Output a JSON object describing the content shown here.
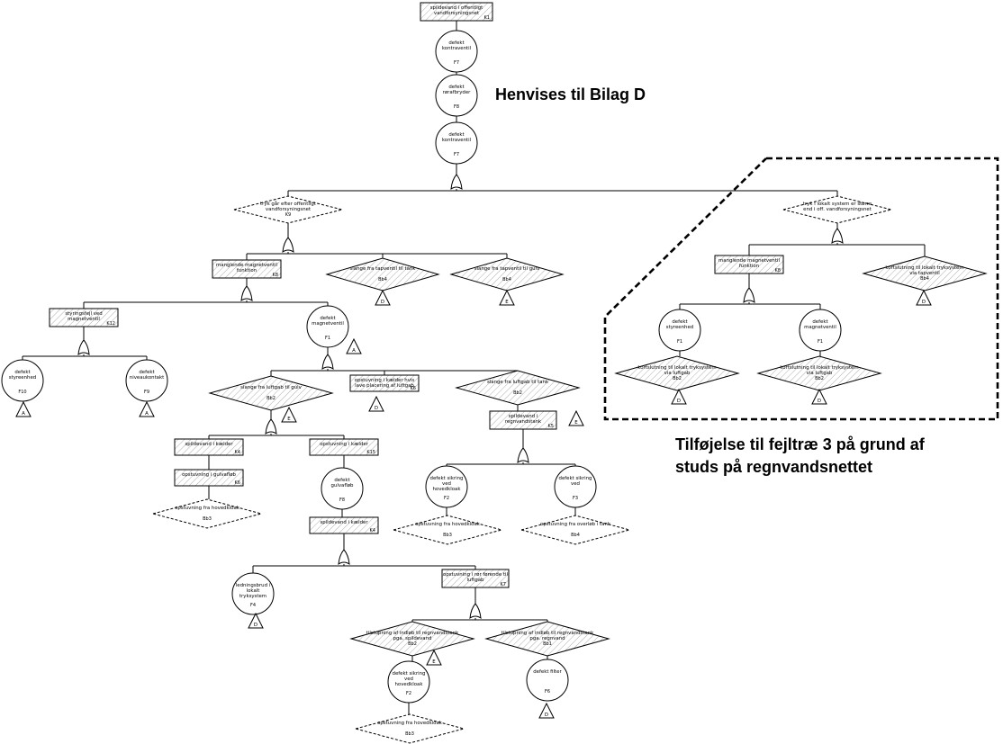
{
  "annotations": {
    "bilag": "Henvises til Bilag D",
    "tilfoejelse_line1": "Tilføjelse til fejltræ 3 på grund af",
    "tilfoejelse_line2": "studs på regnvandsnettet"
  },
  "nodes": {
    "top": {
      "label": [
        "spildevand i offentligt",
        "vandforsyningsnet"
      ],
      "id": "K1"
    },
    "kontra1": {
      "label": [
        "defekt",
        "kontraventil"
      ],
      "id": "F7"
    },
    "rorbrud": {
      "label": [
        "defekt",
        "rørafbryder"
      ],
      "id": "F8"
    },
    "kontra2": {
      "label": [
        "defekt",
        "kontraventil"
      ],
      "id": "F7"
    },
    "dL": {
      "label": [
        "tryk går efter offentligt",
        "vandforsyningsnet"
      ],
      "id": "K9"
    },
    "dR": {
      "label": [
        "tryk i lokalt system er større",
        "end i off. vandforsyningsnet"
      ],
      "id": ""
    },
    "mangL": {
      "label": [
        "manglende magnetventil",
        "funktion"
      ],
      "id": "K8"
    },
    "lukTank": {
      "label": [
        "slange fra tapventil til tank"
      ],
      "id": "Bb4"
    },
    "lukGulv": {
      "label": [
        "slange fra tapventil til gulv"
      ],
      "id": "Bb4"
    },
    "styrfejl": {
      "label": [
        "styringsfejl ved",
        "magnetventil"
      ],
      "id": "K12"
    },
    "magnet1": {
      "label": [
        "defekt",
        "magnetventil"
      ],
      "id": "F1"
    },
    "styr1": {
      "label": [
        "defekt",
        "styreenhed"
      ],
      "id": "F10"
    },
    "niveau": {
      "label": [
        "defekt",
        "niveaukontakt"
      ],
      "id": "F9"
    },
    "slLuft": {
      "label": [
        "slange fra luftgab til gulv"
      ],
      "id": "Bb2"
    },
    "opstKj": {
      "label": [
        "opstuvning i kælder hvis",
        "lave placering af luftgab"
      ],
      "id": "K6"
    },
    "slTank": {
      "label": [
        "slange fra luftgab til tank"
      ],
      "id": "Bb2"
    },
    "spKj1": {
      "label": [
        "spildevand i kælder"
      ],
      "id": "K4"
    },
    "opstKj2": {
      "label": [
        "opstuvning i kælder"
      ],
      "id": "K15"
    },
    "spReg": {
      "label": [
        "spildevand i",
        "regnvandstank"
      ],
      "id": "K5"
    },
    "opstGulv": {
      "label": [
        "opstuvning i gulvafløb"
      ],
      "id": "K6"
    },
    "gulvafl": {
      "label": [
        "defekt",
        "gulvafløb"
      ],
      "id": "F8"
    },
    "sikr1": {
      "label": [
        "defekt sikring",
        "ved",
        "hovedkloak"
      ],
      "id": "F2"
    },
    "defF3": {
      "label": [
        "defekt sikring",
        "ved"
      ],
      "id": "F3"
    },
    "opstHov1": {
      "label": [
        "opstuvning fra hovedkloak"
      ],
      "id": "Bb3"
    },
    "spKj2": {
      "label": [
        "spildevand i kælder"
      ],
      "id": "K4"
    },
    "opstHov2": {
      "label": [
        "opstuvning fra hovedkloak"
      ],
      "id": "Bb3"
    },
    "opstOver": {
      "label": [
        "opstuvning fra overløb i tank"
      ],
      "id": "Bb4"
    },
    "ledning": {
      "label": [
        "ledningsbrud i",
        "lokalt",
        "tryksystem"
      ],
      "id": "F4"
    },
    "opstRor": {
      "label": [
        "opstuvning i rør førende til",
        "luftgab"
      ],
      "id": "K7"
    },
    "tilSp": {
      "label": [
        "tilstopning af indløb til regnvandstank",
        "pga. spildevand"
      ],
      "id": "Bb2"
    },
    "tilReg": {
      "label": [
        "tilstopning af indløb til regnvandstank",
        "pga. regnvand"
      ],
      "id": "Bb1"
    },
    "sikr2": {
      "label": [
        "defekt sikring",
        "ved",
        "hovedkloak"
      ],
      "id": "F2"
    },
    "filter": {
      "label": [
        "defekt filter"
      ],
      "id": "F6"
    },
    "opstHov3": {
      "label": [
        "opstuvning fra hovedkloak"
      ],
      "id": "Bb3"
    },
    "mangR": {
      "label": [
        "manglende magnetventil",
        "funktion"
      ],
      "id": "K8"
    },
    "kortR": {
      "label": [
        "kortslutning til lokalt tryksystem",
        "via tapventil"
      ],
      "id": "Bb4"
    },
    "styrR": {
      "label": [
        "defekt",
        "styreenhed"
      ],
      "id": "F1"
    },
    "magnR": {
      "label": [
        "defekt",
        "magnetventil"
      ],
      "id": "F1"
    },
    "kort1": {
      "label": [
        "kortslutning til lokalt tryksystem",
        "via luftgab"
      ],
      "id": "Bb2"
    },
    "kort2": {
      "label": [
        "kortslutning til lokalt tryksystem",
        "via luftgab"
      ],
      "id": "Bb2"
    }
  },
  "triangles": [
    "D",
    "D",
    "E",
    "A",
    "A",
    "A",
    "E",
    "D",
    "E",
    "D",
    "D",
    "E",
    "D",
    "D",
    "D"
  ]
}
